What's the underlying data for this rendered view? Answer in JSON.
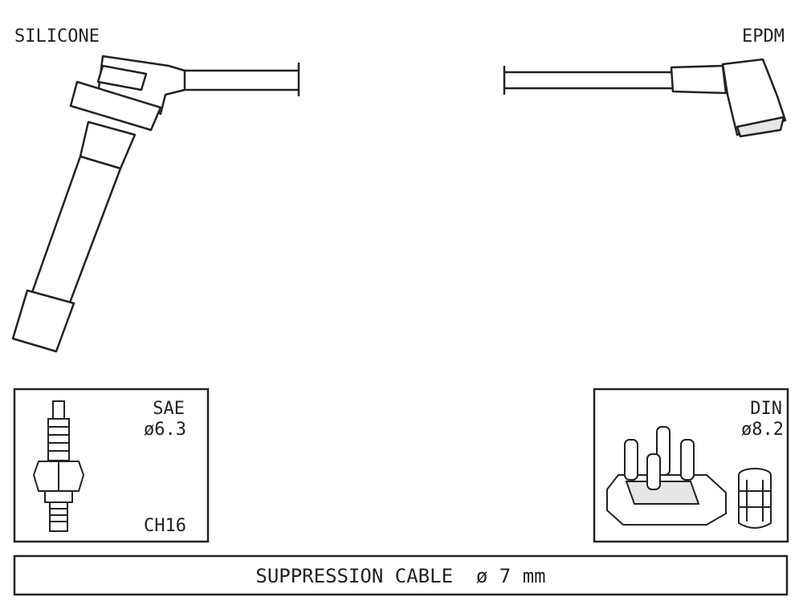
{
  "labels": {
    "left_material": "SILICONE",
    "right_material": "EPDM"
  },
  "plug_box": {
    "standard": "SAE",
    "diameter": "ø6.3",
    "code": "CH16"
  },
  "distributor_box": {
    "standard": "DIN",
    "diameter": "ø8.2"
  },
  "cable": {
    "caption": "SUPPRESSION CABLE  ø 7 mm"
  },
  "colors": {
    "line": "#222222",
    "fill": "#ffffff",
    "shade": "#e6e6e6"
  }
}
